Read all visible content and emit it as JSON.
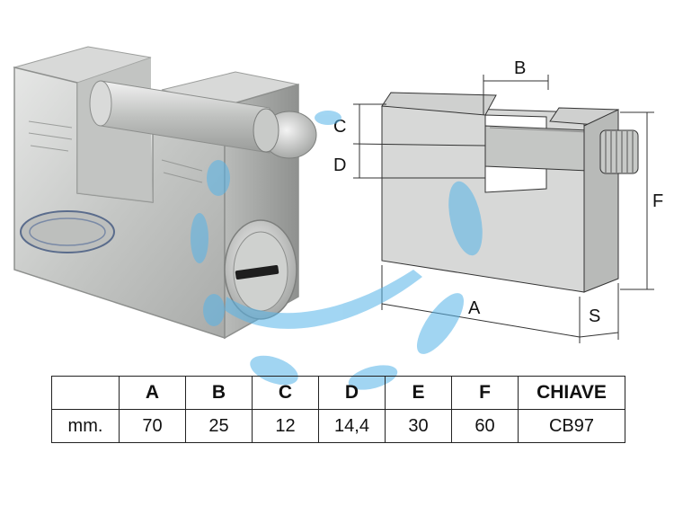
{
  "dimension_labels": {
    "A": "A",
    "B": "B",
    "C": "C",
    "D": "D",
    "F": "F",
    "S": "S"
  },
  "table": {
    "headers": [
      "",
      "A",
      "B",
      "C",
      "D",
      "E",
      "F",
      "CHIAVE"
    ],
    "rows": [
      [
        "mm.",
        "70",
        "25",
        "12",
        "14,4",
        "30",
        "60",
        "CB97"
      ]
    ]
  },
  "colors": {
    "steel": "#c9cbc9",
    "watermark": "#56b4e9",
    "line": "#333333"
  }
}
